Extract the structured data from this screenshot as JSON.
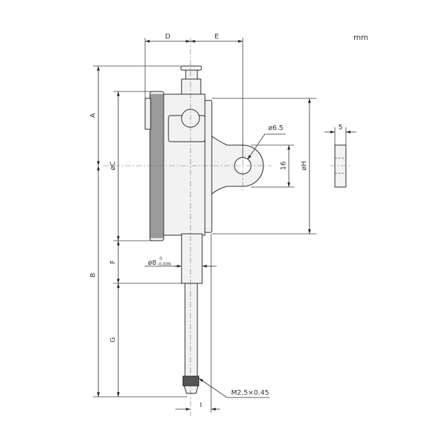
{
  "unit": "mm",
  "labels": {
    "D": "D",
    "E": "E",
    "A": "A",
    "B": "B",
    "C": "øC",
    "F": "F",
    "G": "G",
    "hole": "ø6.5",
    "lug_height": "16",
    "H": "øH",
    "thickness": "5",
    "thread": "M2.5×0.45",
    "I": "I",
    "stem_dia": "ø8",
    "stem_tol_upper": "0",
    "stem_tol_lower": "-0.009"
  }
}
